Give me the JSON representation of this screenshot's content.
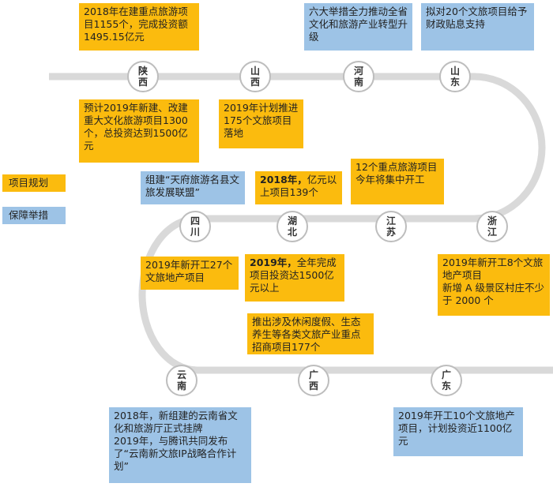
{
  "legend": {
    "plan": "项目规划",
    "support": "保障举措"
  },
  "colors": {
    "plan": "#fbbb0e",
    "support": "#9dc3e6",
    "track": "#d9d9d9"
  },
  "provinces": {
    "shaanxi": [
      "陕",
      "西"
    ],
    "shanxi": [
      "山",
      "西"
    ],
    "henan": [
      "河",
      "南"
    ],
    "shandong": [
      "山",
      "东"
    ],
    "sichuan": [
      "四",
      "川"
    ],
    "hubei": [
      "湖",
      "北"
    ],
    "jiangsu": [
      "江",
      "苏"
    ],
    "zhejiang": [
      "浙",
      "江"
    ],
    "yunnan": [
      "云",
      "南"
    ],
    "guangxi": [
      "广",
      "西"
    ],
    "guangdong": [
      "广",
      "东"
    ]
  },
  "notes": {
    "shaanxi_top": "2018年在建重点旅游项目1155个，完成投资额1495.15亿元",
    "shaanxi_bottom": "预计2019年新建、改建重大文化旅游项目1300个，总投资达到1500亿元",
    "shanxi_bottom": "2019年计划推进175个文旅项目落地",
    "henan_top": "六大举措全力推动全省文化和旅游产业转型升级",
    "shandong_top": "拟对20个文旅项目给予财政贴息支持",
    "sichuan_top": "组建“天府旅游名县文旅发展联盟”",
    "sichuan_bottom": "2019年新开工27个文旅地产项目",
    "hubei_top_bold": "2018年，",
    "hubei_top_rest": "亿元以上项目139个",
    "hubei_bottom_bold": "2019年，",
    "hubei_bottom_rest": "全年完成项目投资达1500亿元以上",
    "jiangsu_top": "12个重点旅游项目今年将集中开工",
    "zhejiang_bottom": "2019年新开工8个文旅地产项目\n新增 A 级景区村庄不少于 2000 个",
    "guangxi_top": "推出涉及休闲度假、生态养生等各类文旅产业重点招商项目177个",
    "yunnan_bottom": "2018年，新组建的云南省文化和旅游厅正式挂牌\n2019年，与腾讯共同发布了“云南新文旅IP战略合作计划”",
    "guangdong_bottom": "2019年开工10个文旅地产项目，计划投资近1100亿元"
  }
}
